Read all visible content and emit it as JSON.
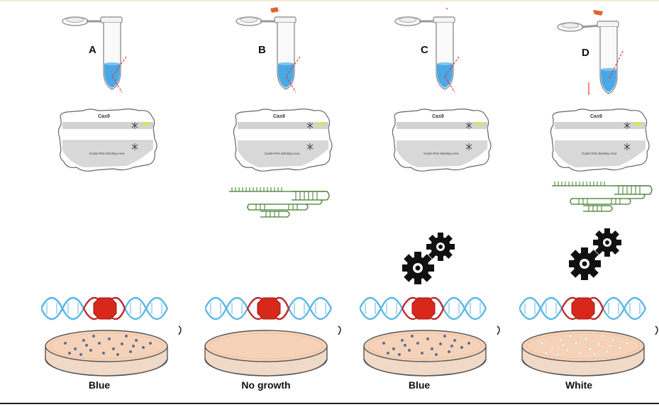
{
  "panels": [
    {
      "letter": "A",
      "cas_title": "Cas9",
      "cas_subtitle": "Guide RNA Binding Area",
      "has_guide_rna": false,
      "has_gears": false,
      "result": "Blue",
      "dots": "blue"
    },
    {
      "letter": "B",
      "cas_title": "Cas9",
      "cas_subtitle": "Guide RNA Binding Area",
      "has_guide_rna": true,
      "has_gears": false,
      "result": "No growth",
      "dots": "none"
    },
    {
      "letter": "C",
      "cas_title": "Cas9",
      "cas_subtitle": "Guide RNA Binding Area",
      "has_guide_rna": false,
      "has_gears": true,
      "result": "Blue",
      "dots": "blue"
    },
    {
      "letter": "D",
      "cas_title": "Cas9",
      "cas_subtitle": "Guide RNA Binding Area",
      "has_guide_rna": true,
      "has_gears": true,
      "result": "White",
      "dots": "white"
    }
  ],
  "colors": {
    "tube_liquid": "#4aa8e6",
    "dna_strand": "#5bb6e8",
    "dna_center": "#c0282a",
    "stop_octagon": "#d8281c",
    "rna": "#3f7a2a",
    "dish_agar": "#f6d3b8",
    "dish_dot_blue": "#5a6f95",
    "dish_dot_white": "#f4f1ee",
    "protein": "#d2d2d2",
    "gear": "#111111"
  }
}
